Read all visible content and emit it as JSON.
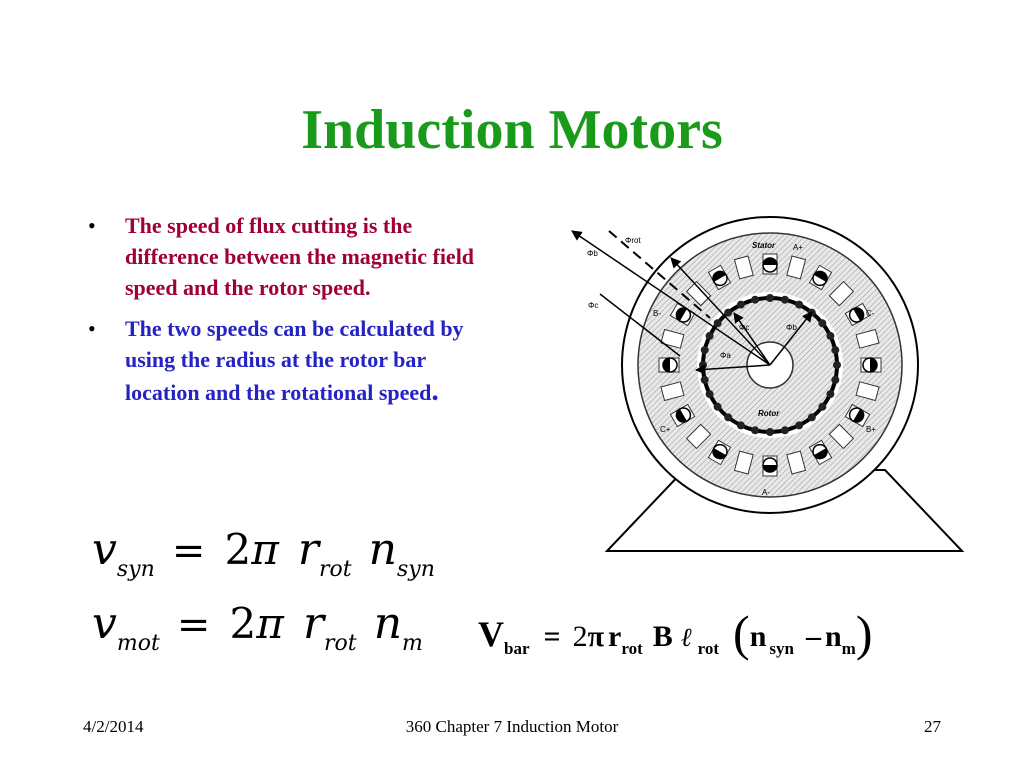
{
  "title": "Induction  Motors",
  "bullets": [
    {
      "text": "The speed of flux cutting is the difference between the magnetic field speed and the rotor speed."
    },
    {
      "text": "The two speeds can be calculated by using the radius at the rotor bar location and the rotational speed",
      "end": "."
    }
  ],
  "bullet_symbol": "•",
  "colors": {
    "title": "#1a9a1a",
    "bullet1": "#a00038",
    "bullet2": "#2424c4"
  },
  "equations": {
    "eq1": {
      "lhs": "v",
      "lhs_sub": "syn",
      "equals": "=",
      "coef": "2",
      "pi": "π",
      "r": "r",
      "r_sub": "rot",
      "n": "n",
      "n_sub": "syn"
    },
    "eq2": {
      "lhs": "v",
      "lhs_sub": "mot",
      "equals": "=",
      "coef": "2",
      "pi": "π",
      "r": "r",
      "r_sub": "rot",
      "n": "n",
      "n_sub": "m"
    },
    "eq3": {
      "lhs": "V",
      "lhs_sub": "bar",
      "equals": "=",
      "coef": "2",
      "pi": "π",
      "r": "r",
      "r_sub": "rot",
      "B": "B",
      "ell": "ℓ",
      "ell_sub": "rot",
      "open": "(",
      "n1": "n",
      "n1_sub": "syn",
      "minus": "–",
      "n2": "n",
      "n2_sub": "m",
      "close": ")"
    }
  },
  "diagram": {
    "labels": {
      "stator": "Stator",
      "rotor": "Rotor",
      "phi_rot": "Φrot",
      "phi_b_out": "Φb",
      "phi_c_out": "Φc",
      "phi_c_in": "Φc",
      "phi_b_in": "Φb",
      "phi_a_in": "Φa",
      "a_plus": "A+",
      "a_minus": "A-",
      "b_plus": "B+",
      "b_minus": "B-",
      "c_plus": "C+",
      "c_minus": "C-"
    }
  },
  "footer": {
    "date": "4/2/2014",
    "center": "360 Chapter 7 Induction Motor",
    "page": "27"
  }
}
